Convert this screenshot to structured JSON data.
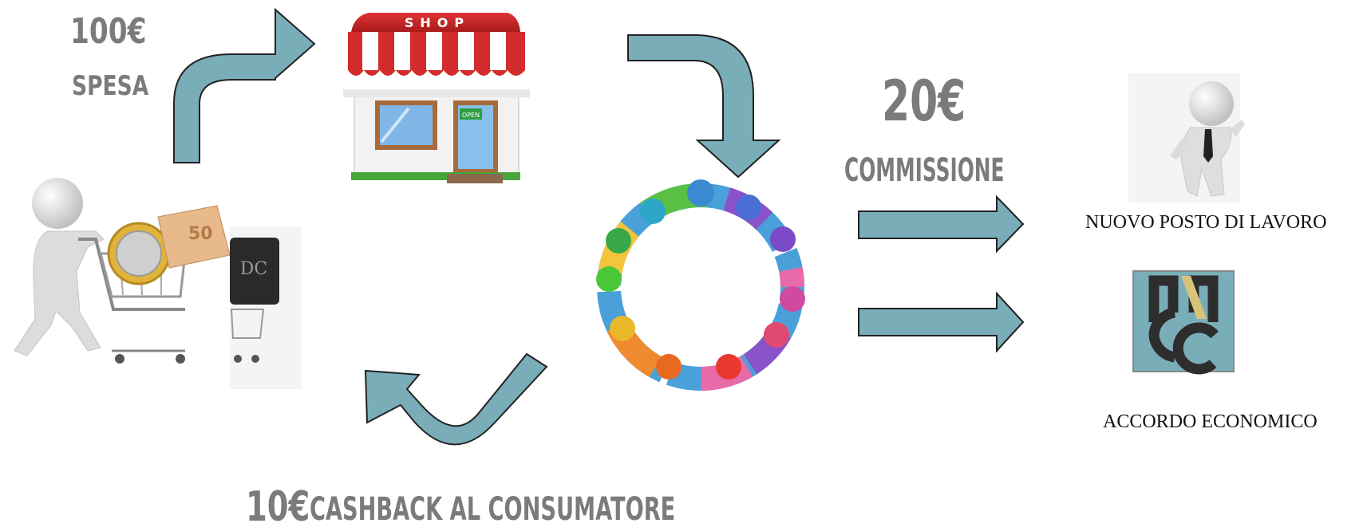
{
  "diagram": {
    "spend": {
      "amount": "100€",
      "label": "SPESA"
    },
    "commission": {
      "amount": "20€",
      "label": "COMMISSIONE"
    },
    "cashback": {
      "amount": "10€",
      "label": "CASHBACK AL CONSUMATORE"
    },
    "shop_sign": "SHOP",
    "open_sign": "OPEN",
    "card_logo_text": "DC",
    "outcomes": [
      {
        "label": "NUOVO POSTO DI LAVORO"
      },
      {
        "label": "ACCORDO ECONOMICO"
      }
    ]
  },
  "colors": {
    "arrow_fill": "#79aeb9",
    "arrow_stroke": "#222222",
    "text_gray": "#7b7b7b"
  }
}
